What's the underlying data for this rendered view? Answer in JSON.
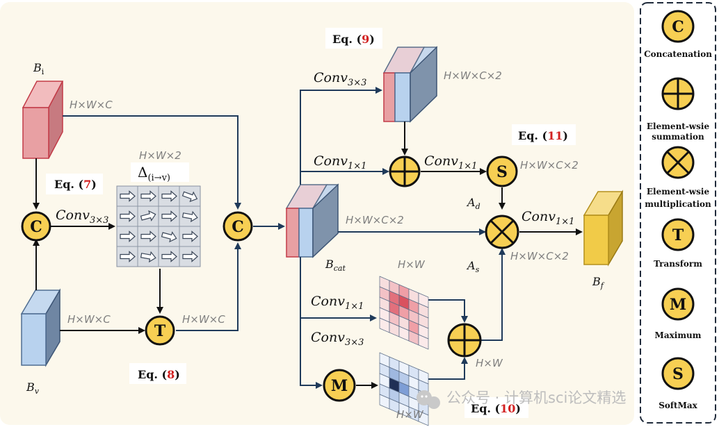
{
  "dims": {
    "bi": "H×W×C",
    "bv": "H×W×C",
    "offset": "H×W×2",
    "t_out": "H×W×C",
    "top_branch": "H×W×C×2",
    "s_out": "H×W×C×2",
    "bcat": "H×W×C×2",
    "mult_out": "H×W×C×2",
    "red_map": "H×W",
    "sum2_out": "H×W",
    "blue_map": "H×W"
  },
  "vars": {
    "bi": "B",
    "bi_sub": "i",
    "bv": "B",
    "bv_sub": "v",
    "bcat": "B",
    "bcat_sub": "cat",
    "bf": "B",
    "bf_sub": "f",
    "ad": "A",
    "ad_sub": "d",
    "as": "A",
    "as_sub": "s",
    "delta": "Δ",
    "delta_sub": "(i→v)"
  },
  "conv": {
    "c3": "Conv",
    "c3_sub": "3×3",
    "c1": "Conv",
    "c1_sub": "1×1"
  },
  "eqs": {
    "prefix": "Eq. (",
    "suffix": ")",
    "e7": "7",
    "e8": "8",
    "e9": "9",
    "e10": "10",
    "e11": "11"
  },
  "ops": {
    "concat": "C",
    "transform": "T",
    "softmax": "S",
    "maximum": "M"
  },
  "legend": {
    "concatenation": "Concatenation",
    "sum_line1": "Element-wsie",
    "sum_line2": "summation",
    "mul_line1": "Element-wsie",
    "mul_line2": "multiplication",
    "transform": "Transform",
    "maximum": "Maximum",
    "softmax": "SoftMax"
  },
  "watermark": "公众号 · 计算机sci论文精选",
  "colors": {
    "panel": "#fcf8ec",
    "op_fill": "#f7cf53",
    "red_feat": "#e8a0a3",
    "blue_feat": "#b8d2ee",
    "grey_feat": "#7f93ab",
    "gold_feat": "#f1cb48",
    "eq_red": "#d22020"
  }
}
